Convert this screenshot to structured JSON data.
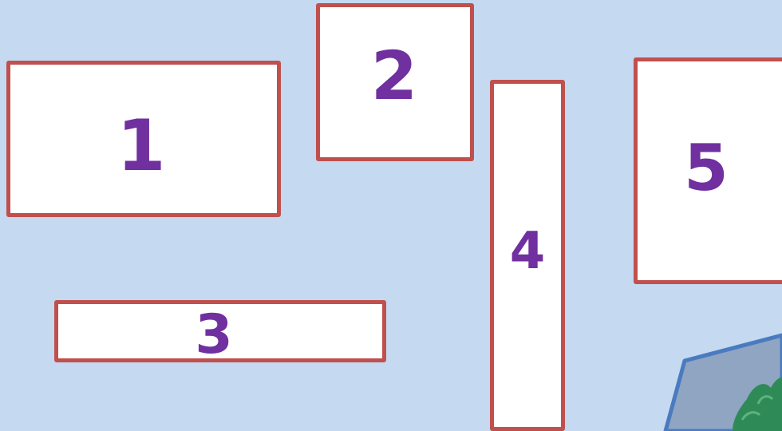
{
  "boxes": {
    "box1": {
      "label": "1"
    },
    "box2": {
      "label": "2"
    },
    "box3": {
      "label": "3"
    },
    "box4": {
      "label": "4"
    },
    "box5": {
      "label": "5"
    }
  },
  "colors": {
    "background": "#c5d9f0",
    "box_fill": "#ffffff",
    "box_border": "#c0504d",
    "number_text": "#7030a0",
    "slanted_panel_fill": "#8fa5c2",
    "slanted_panel_border": "#4a7bc0",
    "foliage": "#2e8b57"
  }
}
